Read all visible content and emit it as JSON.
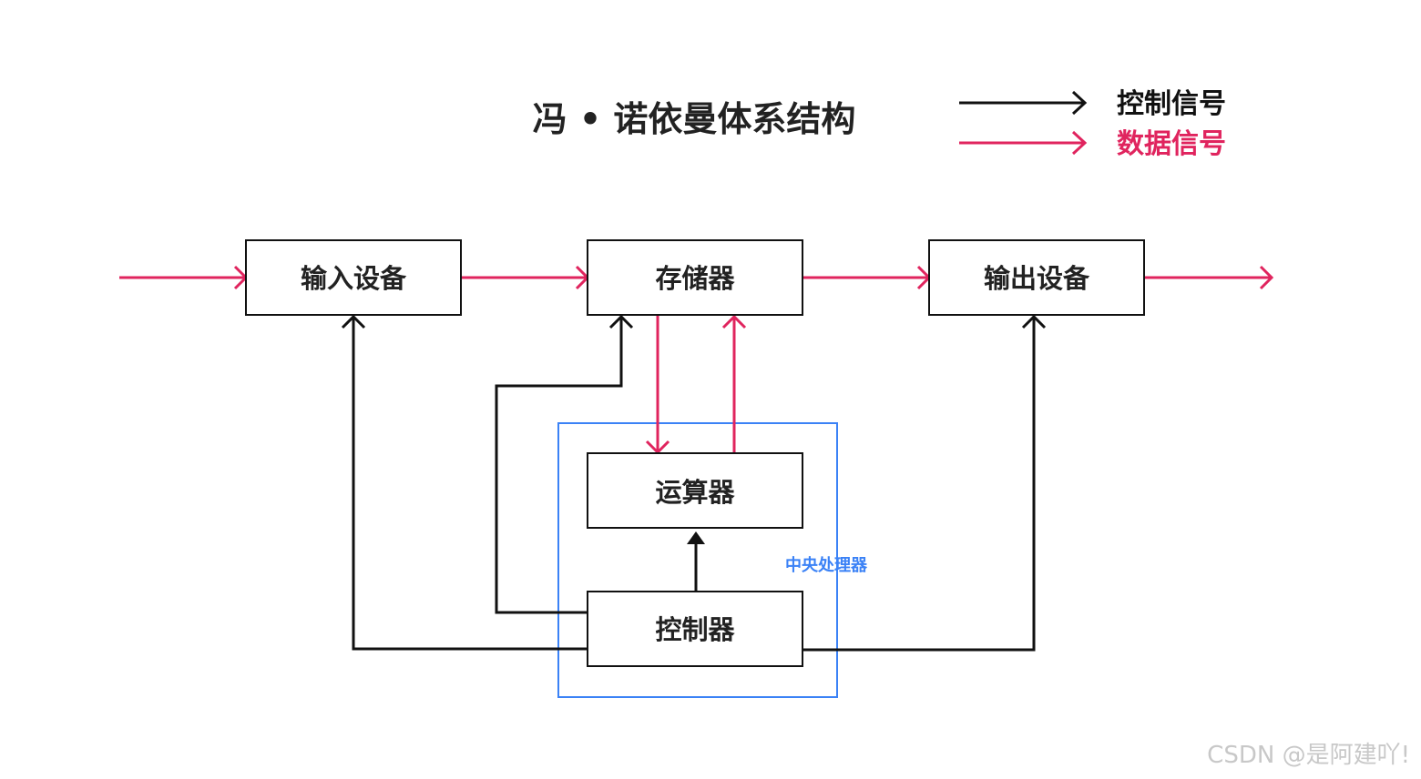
{
  "title": "冯 • 诺依曼体系结构",
  "legend": [
    {
      "label": "控制信号",
      "color": "#111111"
    },
    {
      "label": "数据信号",
      "color": "#e0245e"
    }
  ],
  "boxes": {
    "input": "输入设备",
    "memory": "存储器",
    "output": "输出设备",
    "alu": "运算器",
    "control": "控制器"
  },
  "cpu_label": "中央处理器",
  "colors": {
    "control_signal": "#111111",
    "data_signal": "#e0245e",
    "cpu_border": "#3b82f6",
    "box_border": "#111111"
  },
  "watermark": "CSDN @是阿建吖!"
}
